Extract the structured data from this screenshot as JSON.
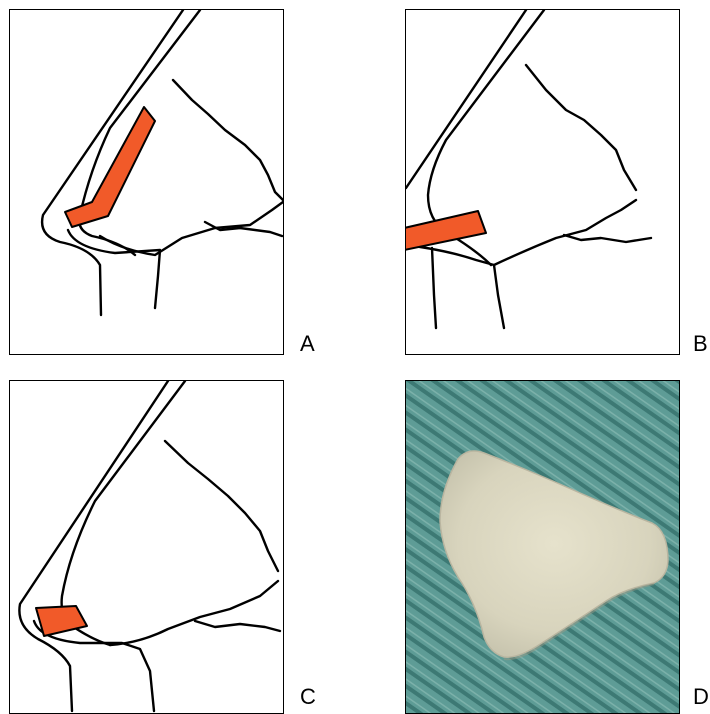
{
  "panels": [
    {
      "id": "A",
      "label": "A"
    },
    {
      "id": "B",
      "label": "B"
    },
    {
      "id": "C",
      "label": "C"
    },
    {
      "id": "D",
      "label": "D"
    }
  ],
  "colors": {
    "implant": "#f15a29",
    "outline": "#000000",
    "fabric": "#5e9c96",
    "fabric_stripe": "#2f6e6a",
    "implant_photo": "#ddd9c4"
  }
}
